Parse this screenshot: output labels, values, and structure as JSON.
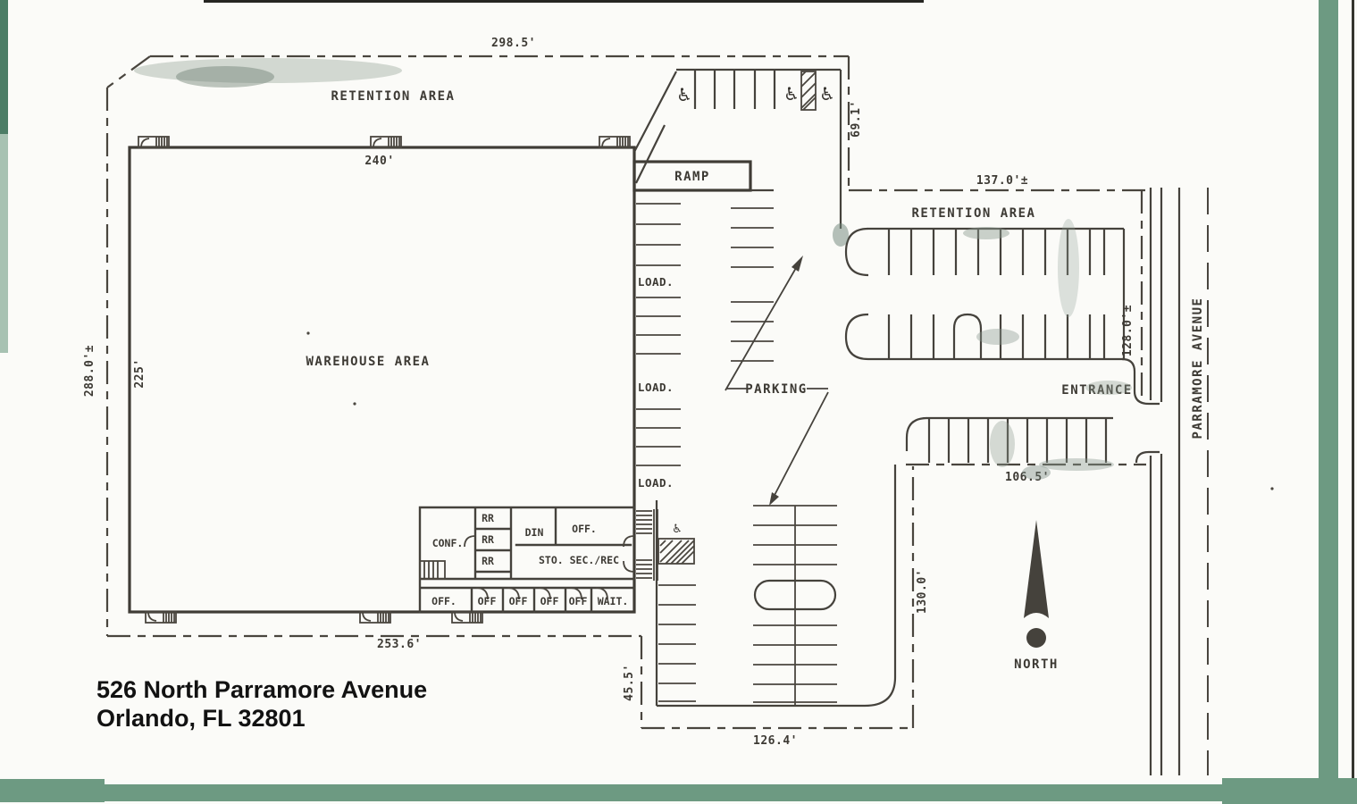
{
  "address": {
    "line1": "526 North Parramore Avenue",
    "line2": "Orlando, FL  32801"
  },
  "areas": {
    "retention_top": "RETENTION AREA",
    "retention_east": "RETENTION AREA",
    "warehouse": "WAREHOUSE AREA",
    "parking": "PARKING",
    "ramp": "RAMP",
    "entrance": "ENTRANCE",
    "street": "PARRAMORE AVENUE",
    "north_label": "NORTH"
  },
  "loading": {
    "dock1": "LOAD.",
    "dock2": "LOAD.",
    "dock3": "LOAD."
  },
  "rooms": {
    "conference": "CONF.",
    "restroom1": "RR",
    "restroom2": "RR",
    "restroom3": "RR",
    "dining": "DIN",
    "office_top": "OFF.",
    "storage_sec_rec": "STO. SEC./REC",
    "office_sw": "OFF.",
    "office_a": "OFF",
    "office_b": "OFF",
    "office_c": "OFF",
    "office_d": "OFF",
    "waiting": "WAIT."
  },
  "dimensions": {
    "north_boundary": "298.5'",
    "warehouse_north": "240'",
    "west_boundary": "288.0'±",
    "warehouse_west": "225'",
    "northeast_boundary": "69.1'",
    "retention_north": "137.0'±",
    "east_boundary": "128.0'±",
    "entrance_row": "106.5'",
    "lower_lot_east": "130.0'",
    "lower_lot_west": "45.5'",
    "south_boundary": "126.4'",
    "warehouse_south": "253.6'"
  },
  "icons": {
    "handicap": "♿"
  },
  "colors": {
    "ink": "#44403a",
    "scan_green": "#6d9a82"
  }
}
